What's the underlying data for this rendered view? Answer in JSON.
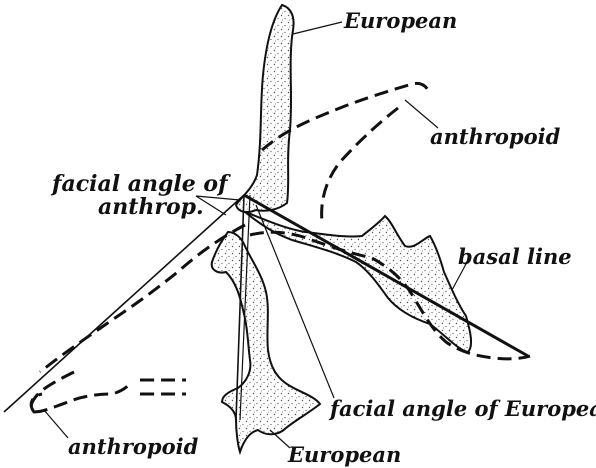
{
  "labels": {
    "european_top": "European",
    "anthropoid_top": "anthropoid",
    "facial_angle_anthrop_line1": "facial angle of",
    "facial_angle_anthrop_line2": "anthrop.",
    "basal_line": "basal line",
    "facial_angle_european": "facial angle of European",
    "anthropoid_bottom": "anthropoid",
    "european_bottom": "European"
  },
  "colors": {
    "ink": "#111111",
    "stipple": "#555555",
    "background": "#ffffff"
  }
}
